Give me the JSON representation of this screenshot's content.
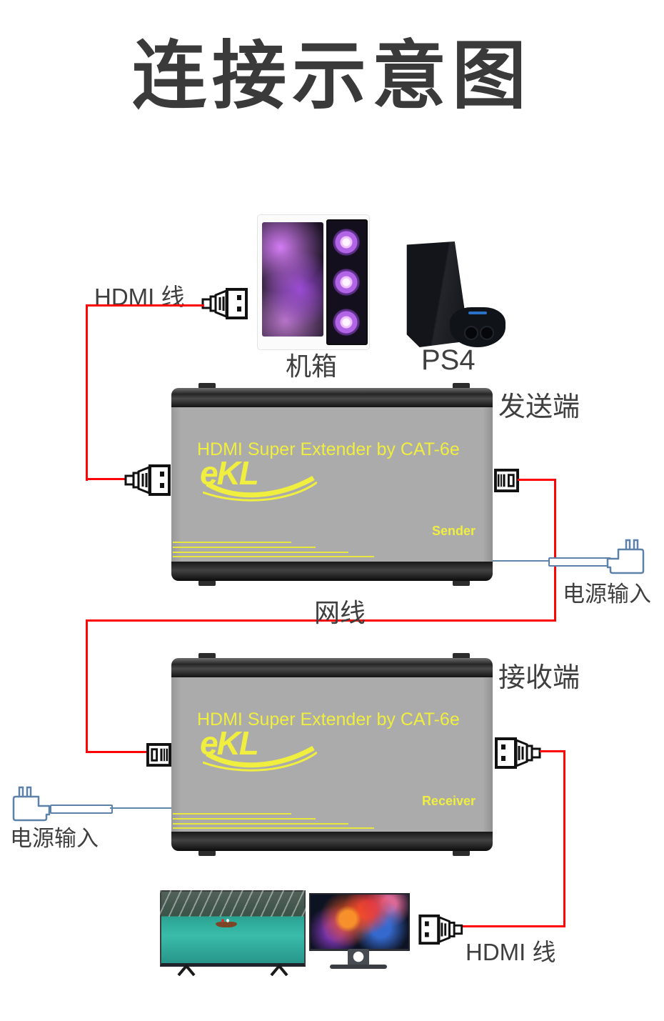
{
  "title": "连接示意图",
  "sources": {
    "pc_label": "机箱",
    "console_label": "PS4"
  },
  "cables": {
    "hdmi_top": "HDMI 线",
    "hdmi_bottom": "HDMI 线",
    "network": "网线"
  },
  "sender": {
    "side_label": "发送端",
    "product_title": "HDMI Super Extender by CAT-6e",
    "brand": "eKL",
    "unit_label": "Sender",
    "power_label": "电源输入"
  },
  "receiver": {
    "side_label": "接收端",
    "product_title": "HDMI Super Extender by CAT-6e",
    "brand": "eKL",
    "unit_label": "Receiver",
    "power_label": "电源输入"
  },
  "colors": {
    "cable_red": "#fe0404",
    "power_blue": "#6086ab",
    "accent_yellow": "#f0ee3f",
    "box_gray": "#ababab",
    "text_dark": "#3f3f3f"
  },
  "icons": {
    "hdmi_plug": "hdmi-plug-icon",
    "rj45_plug": "rj45-plug-icon",
    "power_adapter": "power-adapter-icon"
  }
}
